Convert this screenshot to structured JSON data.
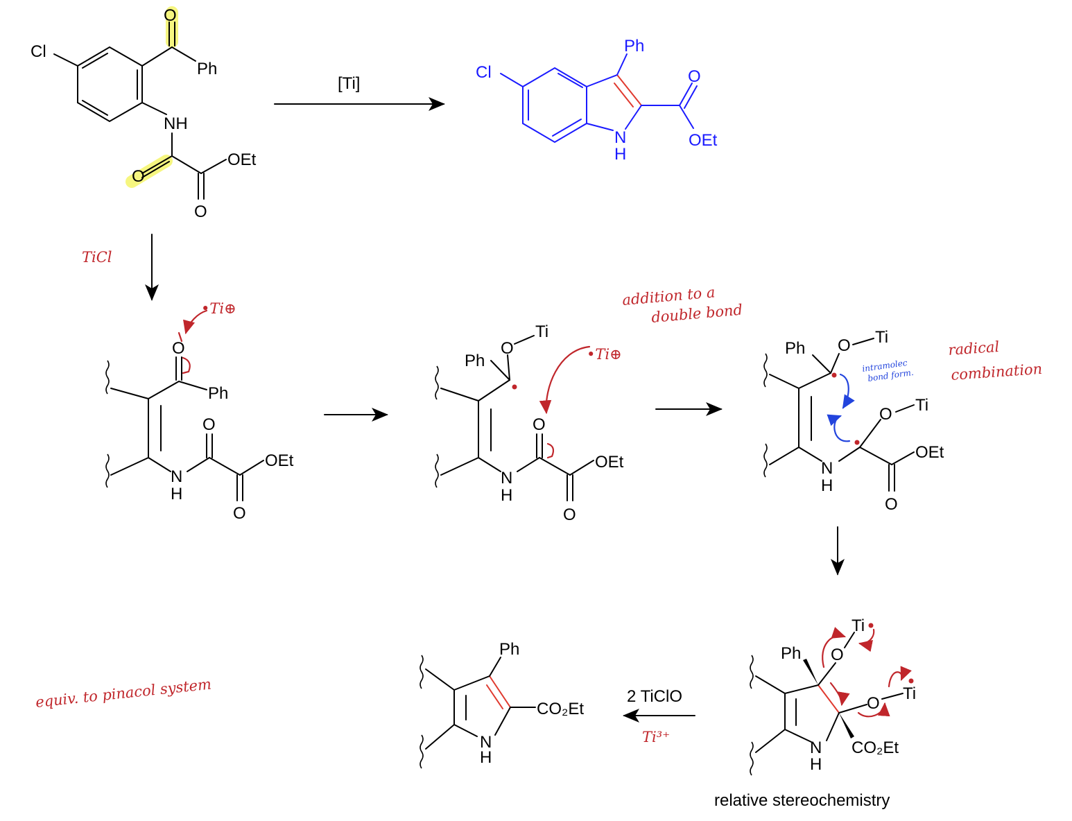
{
  "labels": {
    "cl": "Cl",
    "ph": "Ph",
    "o": "O",
    "nh": "NH",
    "n": "N",
    "h": "H",
    "oet": "OEt",
    "ti": "Ti",
    "o_ti": "O–Ti",
    "co2et": "CO₂Et"
  },
  "reagents": {
    "top_arrow": "[Ti]",
    "down_arrow": "TiCl",
    "bottom_arrow_top": "2 TiClO",
    "bottom_arrow_bottom": "Ti³⁺",
    "ti_radical": "•Ti⊕"
  },
  "annotations": {
    "addition_line1": "addition to a",
    "addition_line2": "double bond",
    "radical_line1": "radical",
    "radical_line2": "combination",
    "intramolec_line1": "intramolec",
    "intramolec_line2": "bond form.",
    "equiv": "equiv. to pinacol system",
    "stereo": "relative stereochemistry"
  },
  "colors": {
    "product_highlight": "#1a1aff",
    "new_bond": "#e03a2f",
    "annotation": "#c0262b",
    "carbonyl_highlight": "#f4f46a"
  }
}
